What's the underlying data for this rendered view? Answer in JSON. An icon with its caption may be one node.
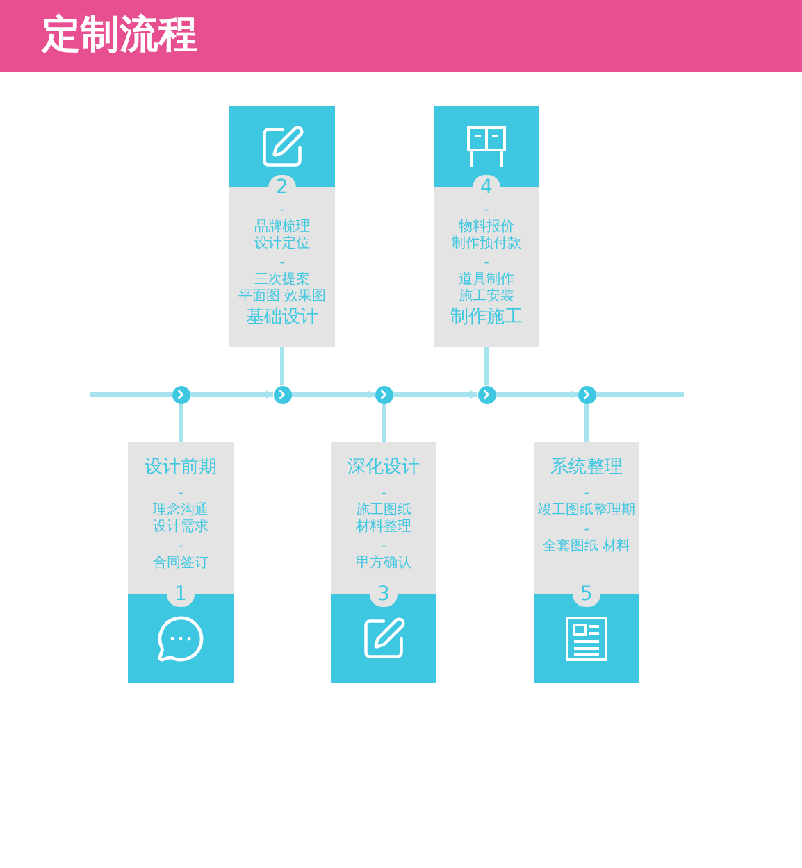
{
  "diagram": {
    "title": "定制流程",
    "nodes": [
      {
        "text": [
          "设计前期",
          "-",
          "理念沟通",
          "设计需求",
          "-",
          "合同签订",
          "1"
        ]
      },
      {
        "text": [
          "2",
          "-",
          "品牌梳理",
          "设计定位",
          "-",
          "三次提案",
          "平面图 效果图",
          "基础设计"
        ]
      },
      {
        "text": [
          "深化设计",
          "-",
          "施工图纸",
          "材料整理",
          "-",
          "甲方确认",
          "3"
        ]
      },
      {
        "text": [
          "4",
          "-",
          "物料报价",
          "制作预付款",
          "-",
          "道具制作",
          "施工安装",
          "制作施工"
        ]
      },
      {
        "text": [
          "系统整理",
          "-",
          "竣工图纸整理期",
          "-",
          "全套图纸 材料",
          "5"
        ]
      },
      {
        "text": [],
        "shape": "circle"
      },
      {
        "text": [],
        "shape": "circle"
      },
      {
        "text": [],
        "shape": "circle"
      },
      {
        "text": [],
        "shape": "circle"
      },
      {
        "text": [],
        "shape": "circle"
      }
    ],
    "edges": [
      {
        "from": 0,
        "to": 5,
        "arrow": "none"
      },
      {
        "from": 1,
        "to": 6,
        "arrow": "none"
      },
      {
        "from": 2,
        "to": 7,
        "arrow": "none"
      },
      {
        "from": 3,
        "to": 8,
        "arrow": "none"
      },
      {
        "from": 4,
        "to": 9,
        "arrow": "none"
      },
      {
        "from": 5,
        "to": 6,
        "arrow": "to"
      },
      {
        "from": 6,
        "to": 7,
        "arrow": "to"
      },
      {
        "from": 7,
        "to": 8,
        "arrow": "to"
      },
      {
        "from": 8,
        "to": 9,
        "arrow": "to"
      }
    ]
  }
}
